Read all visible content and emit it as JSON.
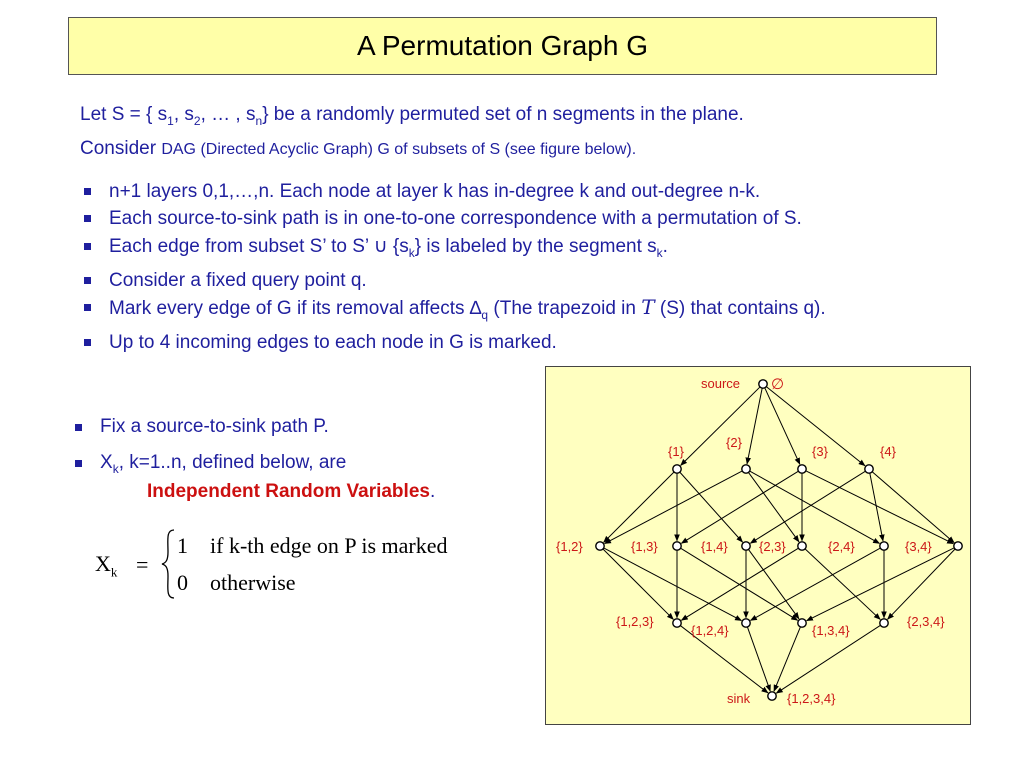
{
  "title": "A Permutation Graph G",
  "intro": {
    "line1_a": "Let S = { s",
    "sub1": "1",
    "line1_b": ", s",
    "sub2": "2",
    "line1_c": ", … , s",
    "subn": "n",
    "line1_d": "} be a randomly permuted set of n segments in the plane.",
    "line2_a": "Consider ",
    "line2_b": "DAG (Directed Acyclic Graph) G of subsets of S (see figure below)."
  },
  "bullets": {
    "b1": "n+1 layers 0,1,…,n.  Each node at layer k has in-degree k and out-degree n-k.",
    "b2": "Each source-to-sink path is in one-to-one correspondence with a permutation of S.",
    "b3_a": "Each edge from subset S’ to S’ ",
    "b3_union": "∪",
    "b3_b": " {s",
    "b3_sub1": "k",
    "b3_c": "} is labeled by the segment s",
    "b3_sub2": "k",
    "b3_d": ".",
    "b4": "Consider a fixed query point q.",
    "b5_a": "Mark every edge of G if its removal affects ",
    "b5_delta": "∆",
    "b5_sub": "q",
    "b5_b": " (The trapezoid in ",
    "b5_T": "T",
    "b5_c": " (S) that contains q).",
    "b6": "Up to 4 incoming edges to each node in G is marked."
  },
  "left": {
    "p1": "Fix a source-to-sink path P.",
    "p2_a": "X",
    "p2_sub": "k",
    "p2_b": ",  k=1..n, defined below, are",
    "p2_red": "Independent Random Variables",
    "p2_period": "."
  },
  "formula": {
    "lhs": "X",
    "lhs_sub": "k",
    "eq": "=",
    "case1_val": "1",
    "case1_text": "if  k-th edge on P is marked",
    "case2_val": "0",
    "case2_text": "otherwise"
  },
  "graph": {
    "source_label": "source",
    "empty_set": "∅",
    "sink_label": "sink",
    "nodes": {
      "n1": "{1}",
      "n2": "{2}",
      "n3": "{3}",
      "n4": "{4}",
      "n12": "{1,2}",
      "n13": "{1,3}",
      "n14": "{1,4}",
      "n23": "{2,3}",
      "n24": "{2,4}",
      "n34": "{3,4}",
      "n123": "{1,2,3}",
      "n124": "{1,2,4}",
      "n134": "{1,3,4}",
      "n234": "{2,3,4}",
      "n1234": "{1,2,3,4}"
    }
  },
  "colors": {
    "title_bg": "#ffffa8",
    "text_blue": "#1f1f9e",
    "highlight_red": "#cc1010",
    "panel_bg": "#ffffc0",
    "node_label": "#cc1818"
  }
}
